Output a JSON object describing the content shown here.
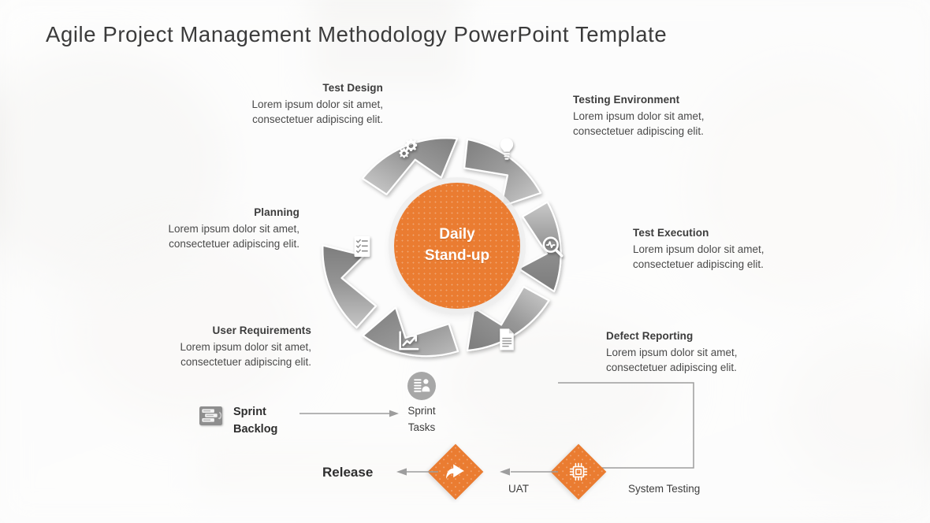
{
  "page": {
    "title": "Agile Project Management Methodology PowerPoint Template",
    "accent_color": "#ea7c31",
    "arrow_gray_dark": "#868686",
    "arrow_gray_light": "#cfcfcf",
    "text_color": "#3c3c3c"
  },
  "center": {
    "line1": "Daily",
    "line2": "Stand-up"
  },
  "steps": [
    {
      "key": "test-design",
      "title": "Test Design",
      "body_line1": "Lorem ipsum dolor sit amet,",
      "body_line2": "consectetuer adipiscing elit.",
      "icon": "gears-icon",
      "align": "right"
    },
    {
      "key": "testing-environment",
      "title": "Testing Environment",
      "body_line1": "Lorem ipsum dolor sit amet,",
      "body_line2": "consectetuer adipiscing elit.",
      "icon": "lightbulb-icon",
      "align": "left"
    },
    {
      "key": "test-execution",
      "title": "Test Execution",
      "body_line1": "Lorem ipsum dolor sit amet,",
      "body_line2": "consectetuer adipiscing elit.",
      "icon": "magnifier-pulse-icon",
      "align": "left"
    },
    {
      "key": "defect-reporting",
      "title": "Defect Reporting",
      "body_line1": "Lorem ipsum dolor sit amet,",
      "body_line2": "consectetuer adipiscing elit.",
      "icon": "document-icon",
      "align": "left"
    },
    {
      "key": "user-requirements",
      "title": "User Requirements",
      "body_line1": "Lorem ipsum dolor sit amet,",
      "body_line2": "consectetuer adipiscing elit.",
      "icon": "growth-chart-icon",
      "align": "right"
    },
    {
      "key": "planning",
      "title": "Planning",
      "body_line1": "Lorem ipsum dolor sit amet,",
      "body_line2": "consectetuer adipiscing elit.",
      "icon": "checklist-icon",
      "align": "right"
    }
  ],
  "flow": {
    "sprint_backlog_line1": "Sprint",
    "sprint_backlog_line2": "Backlog",
    "sprint_backlog_icon": "backlog-card-icon",
    "sprint_tasks_line1": "Sprint",
    "sprint_tasks_line2": "Tasks",
    "sprint_tasks_icon": "task-list-person-icon",
    "release": "Release",
    "uat": "UAT",
    "system_testing": "System Testing",
    "release_diamond_icon": "return-arrow-icon",
    "system_testing_diamond_icon": "chip-icon"
  }
}
